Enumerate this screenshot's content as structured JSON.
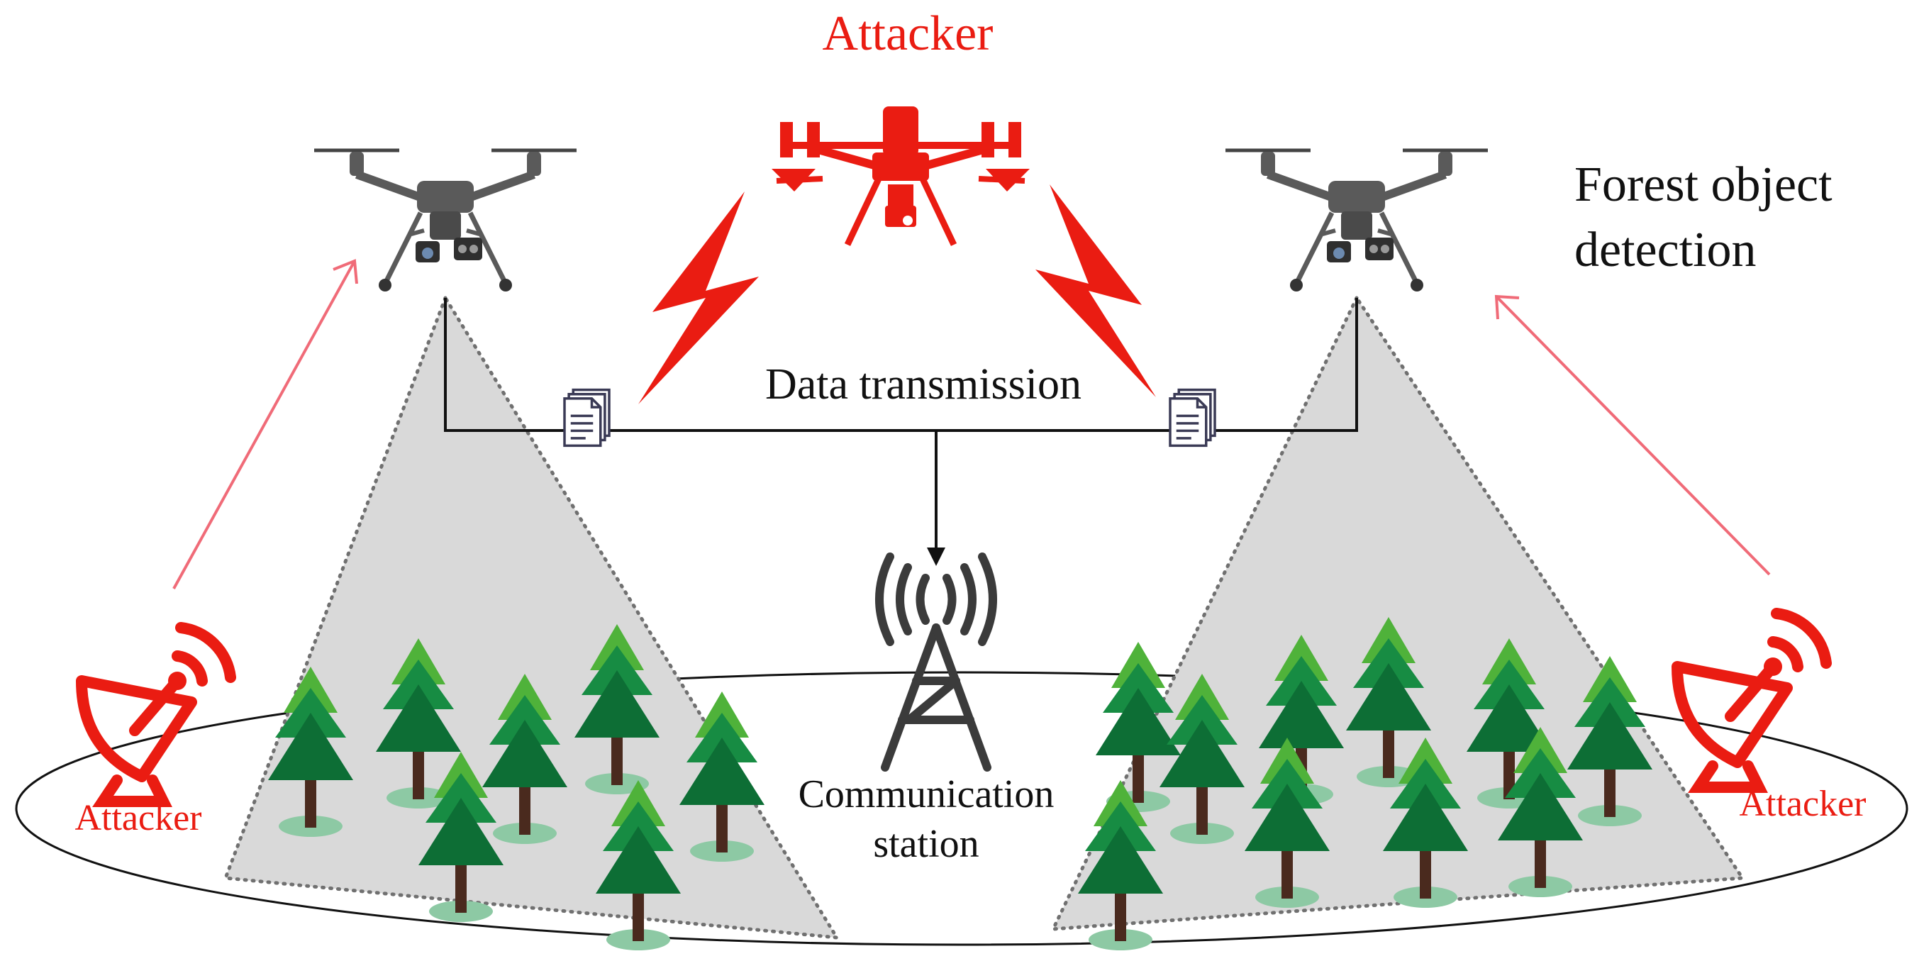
{
  "labels": {
    "top_attacker": "Attacker",
    "left_attacker": "Attacker",
    "right_attacker": "Attacker",
    "data_transmission": "Data transmission",
    "forest_line1": "Forest object",
    "forest_line2": "detection",
    "station_line1": "Communication",
    "station_line2": "station"
  },
  "colors": {
    "attacker_red": "#ea1c12",
    "drone_gray": "#5a5a5a",
    "cone_gray": "#d9d9d9",
    "tree_dark": "#0d6e35",
    "tree_mid": "#178c43",
    "tree_light": "#4fb23a",
    "trunk": "#4a2a1e",
    "shadow": "#8dc9a4",
    "text": "#111111"
  },
  "icons": [
    "drone-icon",
    "attacker-drone-icon",
    "lightning-icon",
    "document-icon",
    "radio-tower-icon",
    "satellite-dish-icon",
    "tree-icon"
  ]
}
